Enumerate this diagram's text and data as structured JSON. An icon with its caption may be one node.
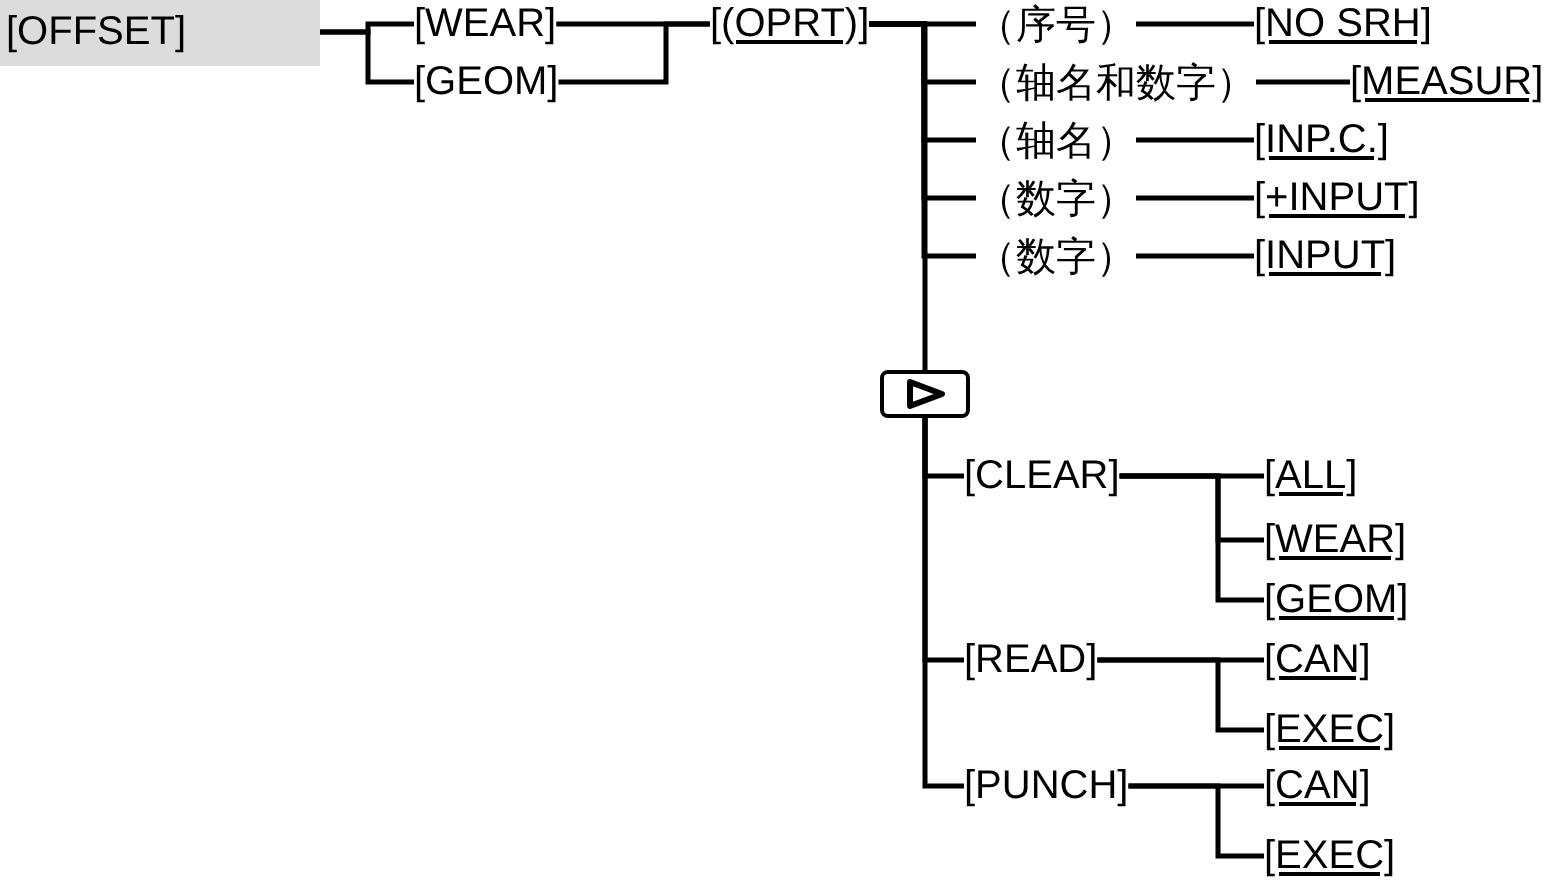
{
  "diagram": {
    "nodes": [
      {
        "text": [
          "[OFFSET]"
        ]
      },
      {
        "text": [
          "[WEAR]"
        ]
      },
      {
        "text": [
          "[GEOM]"
        ]
      },
      {
        "text": [
          "[(OPRT)]"
        ]
      },
      {
        "text": [
          "（序号）"
        ]
      },
      {
        "text": [
          "[NO SRH]"
        ]
      },
      {
        "text": [
          "（轴名和数字）"
        ]
      },
      {
        "text": [
          "[MEASUR]"
        ]
      },
      {
        "text": [
          "（轴名）"
        ]
      },
      {
        "text": [
          "[INP.C.]"
        ]
      },
      {
        "text": [
          "（数字）"
        ]
      },
      {
        "text": [
          "[+INPUT]"
        ]
      },
      {
        "text": [
          "（数字）"
        ]
      },
      {
        "text": [
          "[INPUT]"
        ]
      },
      {
        "text": [],
        "shape": "box"
      },
      {
        "text": [
          "[CLEAR]"
        ]
      },
      {
        "text": [
          "[ALL]"
        ]
      },
      {
        "text": [
          "[WEAR]"
        ]
      },
      {
        "text": [
          "[GEOM]"
        ]
      },
      {
        "text": [
          "[READ]"
        ]
      },
      {
        "text": [
          "[CAN]"
        ]
      },
      {
        "text": [
          "[EXEC]"
        ]
      },
      {
        "text": [
          "[PUNCH]"
        ]
      },
      {
        "text": [
          "[CAN]"
        ]
      },
      {
        "text": [
          "[EXEC]"
        ]
      }
    ],
    "edges": [
      {
        "from": 0,
        "to": 1,
        "arrow": "none"
      },
      {
        "from": 0,
        "to": 2,
        "arrow": "none"
      },
      {
        "from": 1,
        "to": 3,
        "arrow": "none"
      },
      {
        "from": 2,
        "to": 3,
        "arrow": "none"
      },
      {
        "from": 3,
        "to": 4,
        "arrow": "none"
      },
      {
        "from": 3,
        "to": 6,
        "arrow": "none"
      },
      {
        "from": 3,
        "to": 8,
        "arrow": "none"
      },
      {
        "from": 3,
        "to": 10,
        "arrow": "none"
      },
      {
        "from": 3,
        "to": 12,
        "arrow": "none"
      },
      {
        "from": 3,
        "to": 14,
        "arrow": "none"
      },
      {
        "from": 4,
        "to": 5,
        "arrow": "none"
      },
      {
        "from": 6,
        "to": 7,
        "arrow": "none"
      },
      {
        "from": 8,
        "to": 9,
        "arrow": "none"
      },
      {
        "from": 10,
        "to": 11,
        "arrow": "none"
      },
      {
        "from": 12,
        "to": 13,
        "arrow": "none"
      },
      {
        "from": 14,
        "to": 15,
        "arrow": "none"
      },
      {
        "from": 14,
        "to": 19,
        "arrow": "none"
      },
      {
        "from": 14,
        "to": 22,
        "arrow": "none"
      },
      {
        "from": 15,
        "to": 16,
        "arrow": "none"
      },
      {
        "from": 15,
        "to": 17,
        "arrow": "none"
      },
      {
        "from": 15,
        "to": 18,
        "arrow": "none"
      },
      {
        "from": 19,
        "to": 20,
        "arrow": "none"
      },
      {
        "from": 19,
        "to": 21,
        "arrow": "none"
      },
      {
        "from": 22,
        "to": 23,
        "arrow": "none"
      },
      {
        "from": 22,
        "to": 24,
        "arrow": "none"
      }
    ]
  }
}
